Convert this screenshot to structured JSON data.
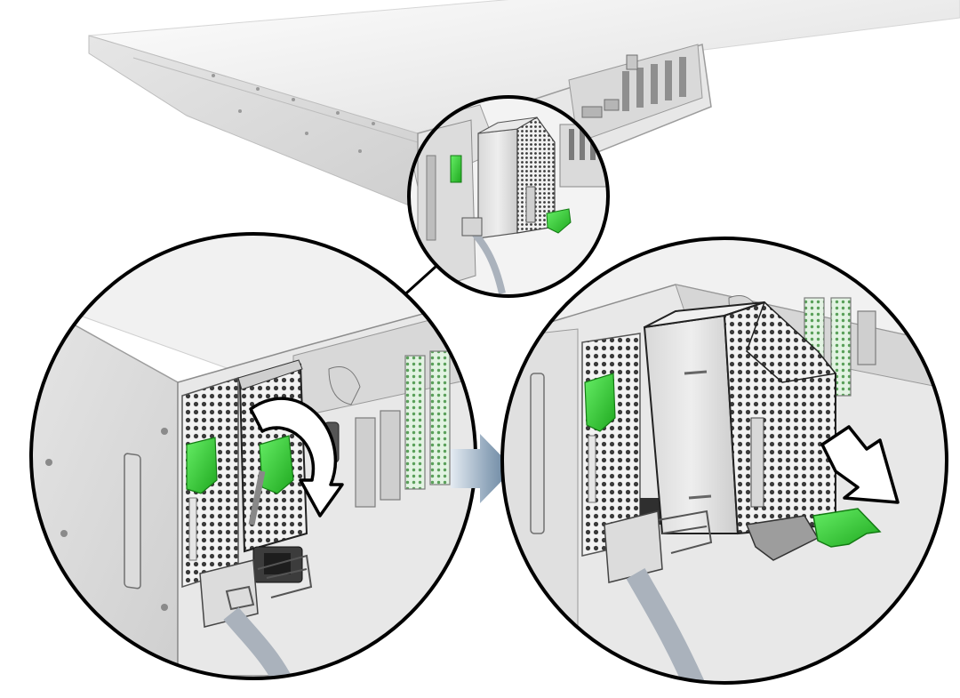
{
  "figure": {
    "type": "hardware-service-illustration",
    "steps": [
      {
        "action": "rotate-release-latch",
        "indicator": "curved-arrow"
      },
      {
        "action": "pull-power-supply-out",
        "indicator": "straight-arrow"
      }
    ],
    "transition": "step-arrow",
    "colors": {
      "latch_green": "#33cc33",
      "latch_green_dark": "#1e8f1e",
      "chassis_light": "#e9e9e9",
      "chassis_mid": "#cfcfcf",
      "chassis_dark": "#9d9d9d",
      "outline": "#000000",
      "step_arrow": "#7f97ad",
      "cable_gray": "#c7ccd3",
      "mesh": "#3a3a3a"
    }
  }
}
